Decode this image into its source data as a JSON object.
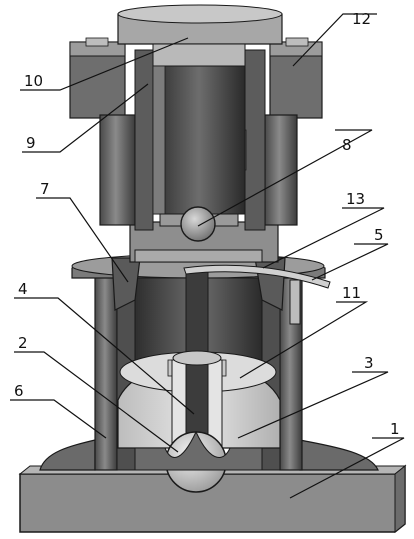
{
  "figure": {
    "part_labels": [
      {
        "id": "1",
        "text": "1"
      },
      {
        "id": "2",
        "text": "2"
      },
      {
        "id": "3",
        "text": "3"
      },
      {
        "id": "4",
        "text": "4"
      },
      {
        "id": "5",
        "text": "5"
      },
      {
        "id": "6",
        "text": "6"
      },
      {
        "id": "7",
        "text": "7"
      },
      {
        "id": "8",
        "text": "8"
      },
      {
        "id": "9",
        "text": "9"
      },
      {
        "id": "10",
        "text": "10"
      },
      {
        "id": "11",
        "text": "11"
      },
      {
        "id": "12",
        "text": "12"
      },
      {
        "id": "13",
        "text": "13"
      }
    ]
  }
}
